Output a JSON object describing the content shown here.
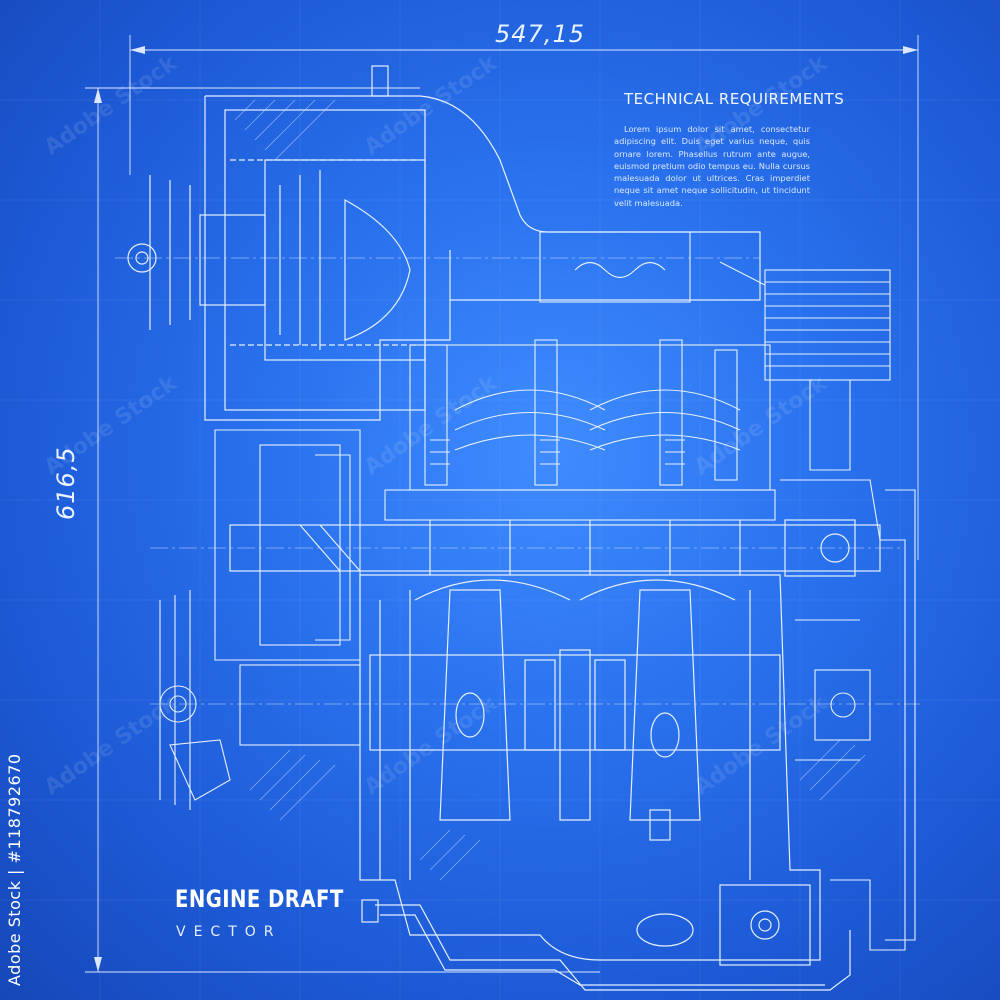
{
  "dimensions": {
    "width_label": "547,15",
    "height_label": "616,5"
  },
  "requirements": {
    "title": "TECHNICAL REQUIREMENTS",
    "body": "Lorem ipsum dolor sit amet, consectetur adipiscing elit. Duis eget varius neque, quis ornare lorem. Phasellus rutrum ante augue, euismod pretium odio tempus eu. Nulla cursus malesuada dolor ut ultrices. Cras imperdiet neque sit amet neque sollicitudin, ut tincidunt velit malesuada."
  },
  "caption": {
    "title": "ENGINE DRAFT",
    "subtitle": "VECTOR"
  },
  "stock": {
    "id_text": "Adobe Stock | #118792670",
    "watermark": "Adobe Stock"
  },
  "colors": {
    "background": "#2a72ee",
    "line": "#e6f0ff",
    "text": "#ffffff"
  },
  "icons": {
    "drawing": "engine-blueprint"
  }
}
